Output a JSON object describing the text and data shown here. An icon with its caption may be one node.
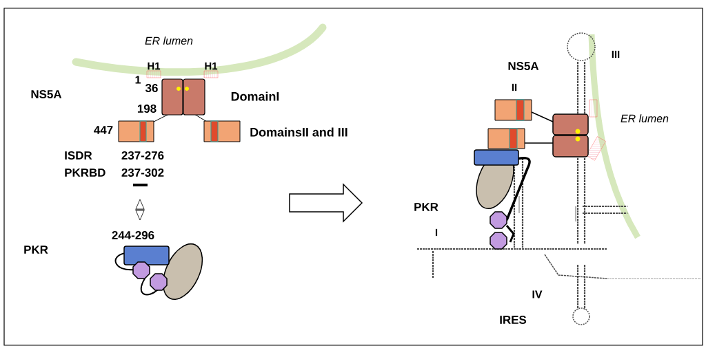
{
  "diagram": {
    "labels": [
      "ER lumen",
      "H1",
      "H1",
      "1",
      "36",
      "NS5A",
      "DomainI",
      "198",
      "447",
      "DomainsII and III",
      "ISDR",
      "237-276",
      "PKRBD",
      "237-302",
      "244-296",
      "PKR",
      "III",
      "NS5A",
      "II",
      "ER lumen",
      "PKR",
      "I",
      "IV",
      "IRES"
    ]
  }
}
